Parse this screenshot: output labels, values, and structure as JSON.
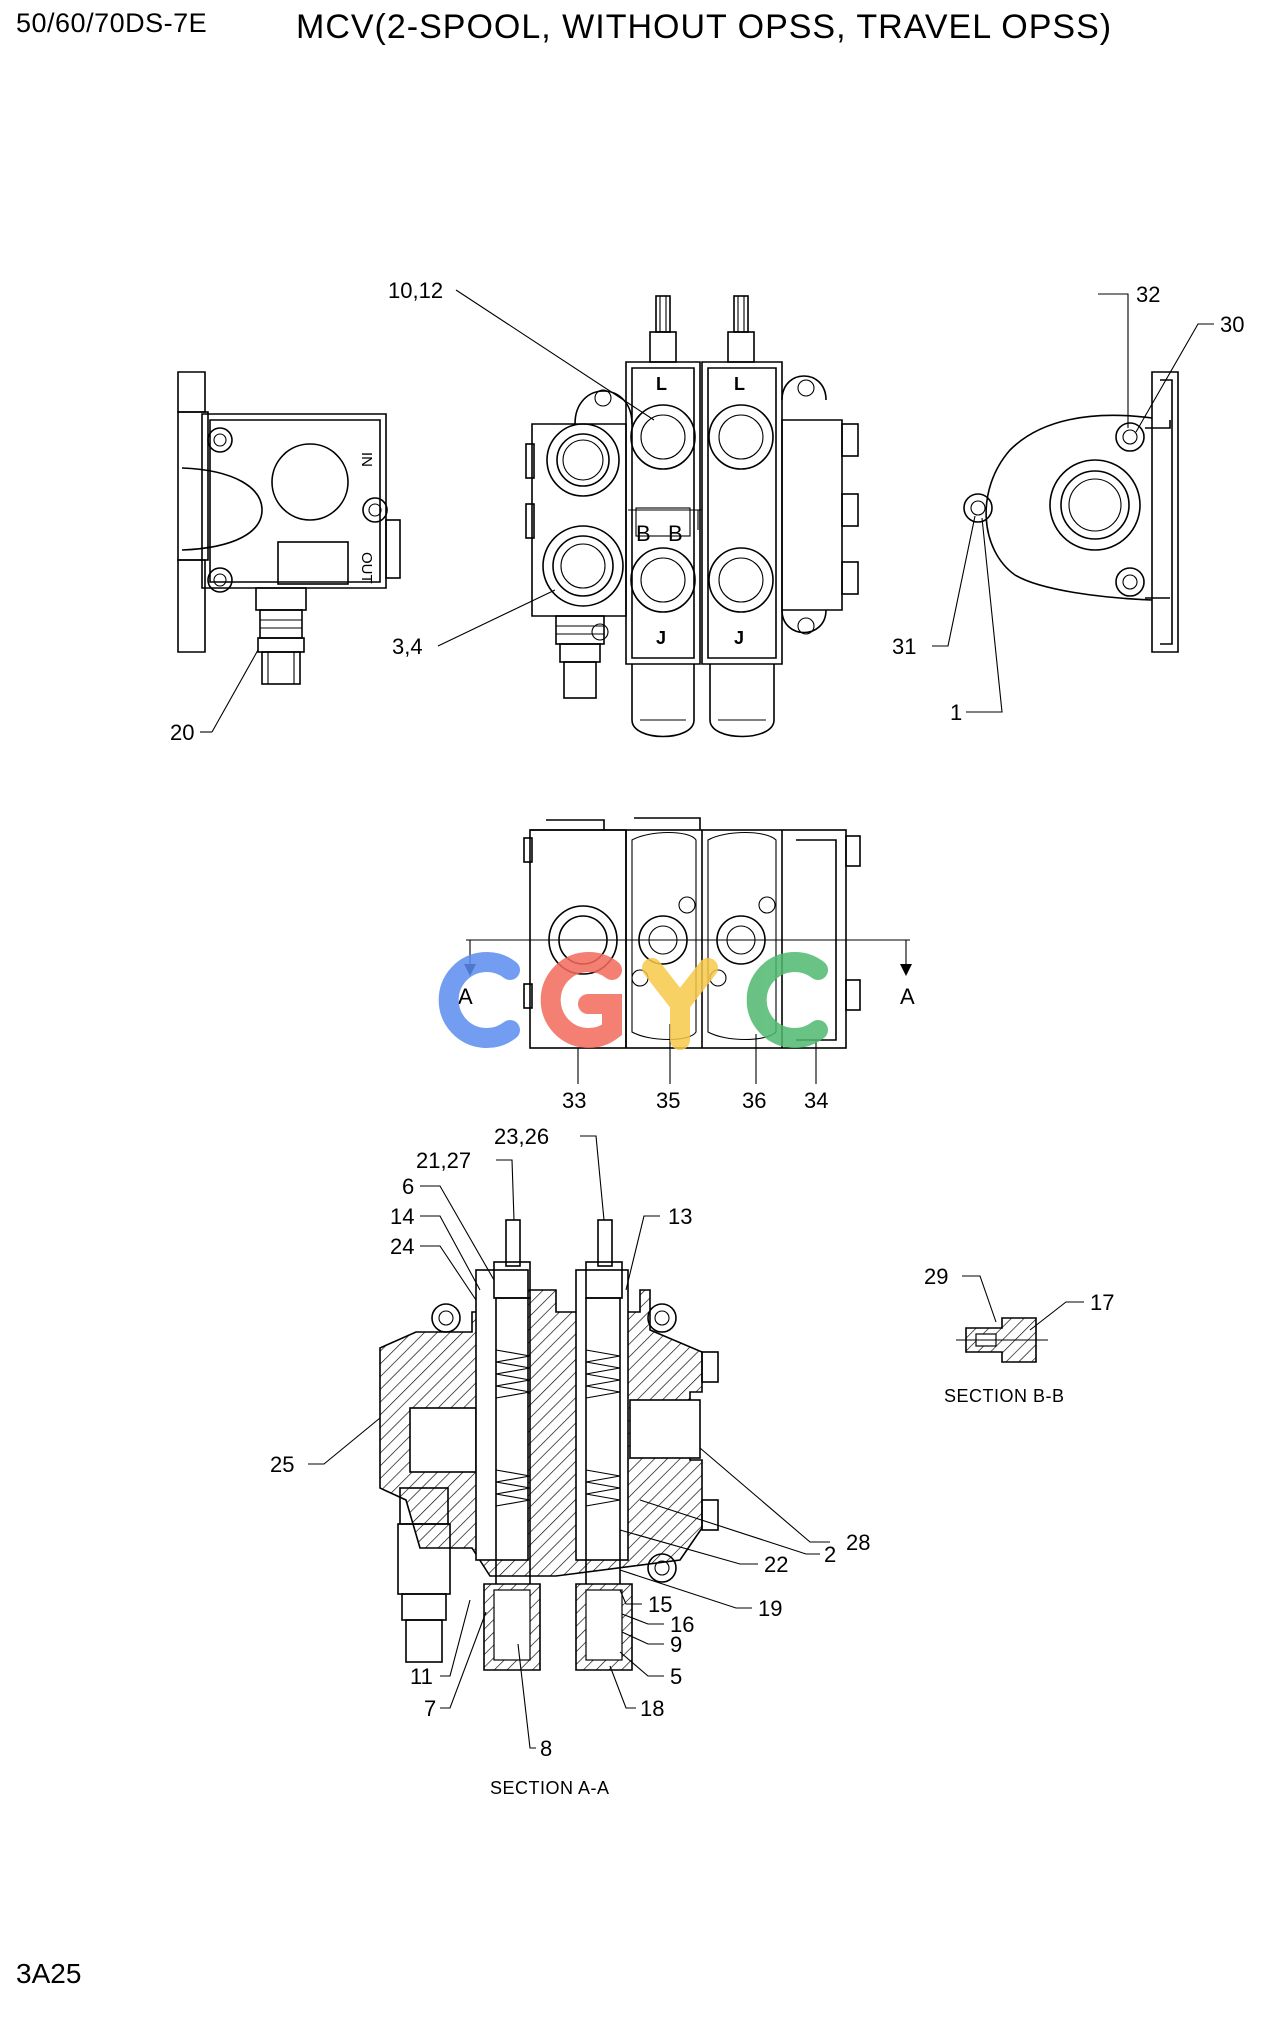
{
  "header": {
    "model": "50/60/70DS-7E",
    "title": "MCV(2-SPOOL, WITHOUT OPSS, TRAVEL OPSS)"
  },
  "footer": {
    "page_code": "3A25"
  },
  "watermark": {
    "text": "CGYC",
    "colors": [
      "#5b8def",
      "#f26b5b",
      "#f6c94a",
      "#4fb86f"
    ]
  },
  "views": {
    "left_side": {
      "port_in": "IN",
      "port_out": "OUT",
      "callouts": [
        "20"
      ]
    },
    "front": {
      "spool_marks": [
        "L",
        "L",
        "J",
        "J"
      ],
      "section_marks": [
        "B",
        "B"
      ],
      "callouts": [
        "10,12",
        "3,4"
      ]
    },
    "right_side": {
      "callouts": [
        "32",
        "30",
        "31",
        "1"
      ]
    },
    "bottom": {
      "section_marks": [
        "A",
        "A"
      ],
      "callouts": [
        "33",
        "35",
        "36",
        "34"
      ]
    },
    "section_aa": {
      "caption": "SECTION A-A",
      "callouts": [
        "21,27",
        "23,26",
        "6",
        "14",
        "24",
        "13",
        "25",
        "28",
        "2",
        "22",
        "19",
        "15",
        "16",
        "9",
        "5",
        "18",
        "11",
        "7",
        "8"
      ]
    },
    "section_bb": {
      "caption": "SECTION B-B",
      "callouts": [
        "29",
        "17"
      ]
    }
  }
}
